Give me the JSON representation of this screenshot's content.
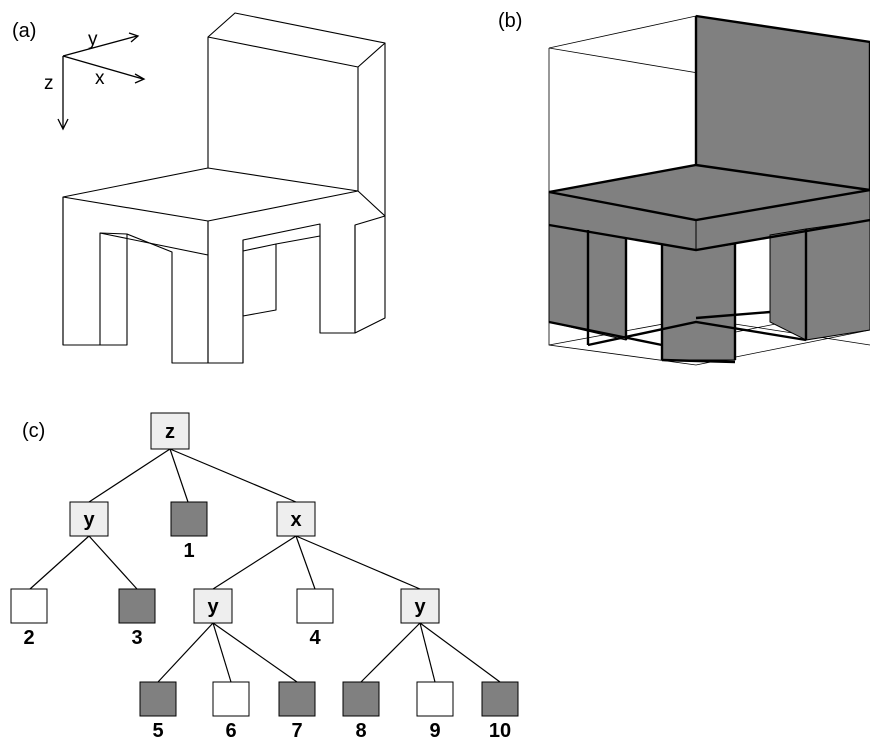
{
  "panels": {
    "a": {
      "label": "(a)"
    },
    "b": {
      "label": "(b)"
    },
    "c": {
      "label": "(c)"
    }
  },
  "axes": {
    "x": "x",
    "y": "y",
    "z": "z"
  },
  "tree": {
    "root": "z",
    "internal_nodes": {
      "n_y1": "y",
      "n_x": "x",
      "n_y2": "y",
      "n_y3": "y"
    },
    "leaves": [
      {
        "label": "1",
        "filled": true
      },
      {
        "label": "2",
        "filled": false
      },
      {
        "label": "3",
        "filled": true
      },
      {
        "label": "4",
        "filled": false
      },
      {
        "label": "5",
        "filled": true
      },
      {
        "label": "6",
        "filled": false
      },
      {
        "label": "7",
        "filled": true
      },
      {
        "label": "8",
        "filled": true
      },
      {
        "label": "9",
        "filled": false
      },
      {
        "label": "10",
        "filled": true
      }
    ]
  },
  "colors": {
    "filled": "#808080",
    "empty": "#ffffff",
    "internal": "#eeeeee",
    "stroke": "#000000"
  }
}
